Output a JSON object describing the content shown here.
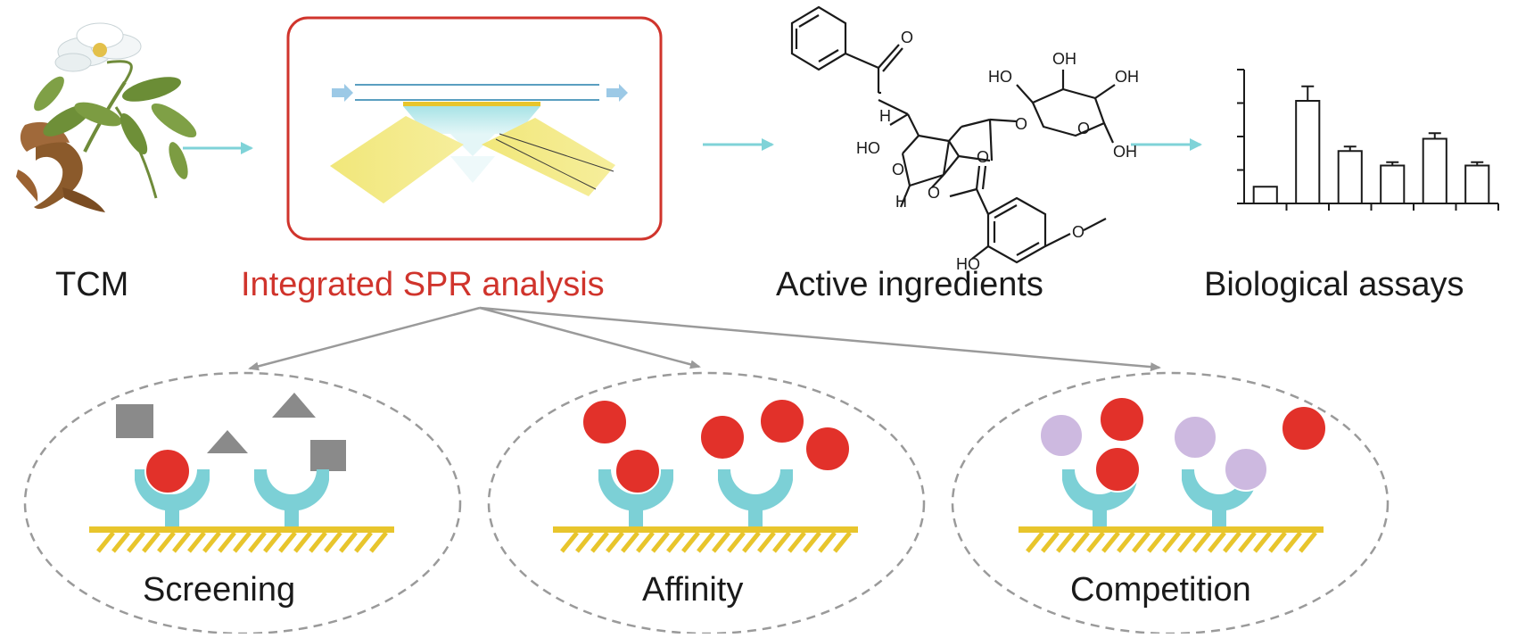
{
  "steps": [
    {
      "id": "tcm",
      "label": "TCM"
    },
    {
      "id": "spr",
      "label": "Integrated SPR analysis",
      "highlight_color": "#d0342c"
    },
    {
      "id": "ingredients",
      "label": "Active ingredients"
    },
    {
      "id": "assays",
      "label": "Biological assays"
    }
  ],
  "panels": [
    {
      "id": "screening",
      "label": "Screening"
    },
    {
      "id": "affinity",
      "label": "Affinity"
    },
    {
      "id": "competition",
      "label": "Competition"
    }
  ],
  "molecule_labels": {
    "carbonyl_o": "O",
    "oh_top": "OH",
    "ho_left": "HO",
    "oh_right": "OH",
    "o_link": "O",
    "o_ring": "O",
    "oh_ch2": "OH",
    "h_top": "H",
    "ho_core": "HO",
    "o_a": "O",
    "o_b": "O",
    "o_c": "O",
    "h_bottom": "H",
    "o_ketone": "O",
    "ho_phenol": "HO",
    "o_methoxy": "O"
  },
  "colors": {
    "arrow": "#7fd3d8",
    "spr_frame": "#d0342c",
    "receptor": "#7cd0d6",
    "surface": "#e8c52c",
    "ligand_red": "#e2312a",
    "ligand_purple": "#cdb9e0",
    "shape_gray": "#8a8a8a",
    "pointer": "#9a9a9a"
  },
  "chart_data": {
    "type": "bar",
    "categories": [
      "",
      "",
      "",
      "",
      "",
      ""
    ],
    "values": [
      1.5,
      9.2,
      4.7,
      3.4,
      5.8,
      3.4
    ],
    "errors": [
      0,
      1.3,
      0.4,
      0.3,
      0.5,
      0.3
    ],
    "ylim": [
      0,
      12
    ],
    "title": "",
    "xlabel": "",
    "ylabel": ""
  }
}
